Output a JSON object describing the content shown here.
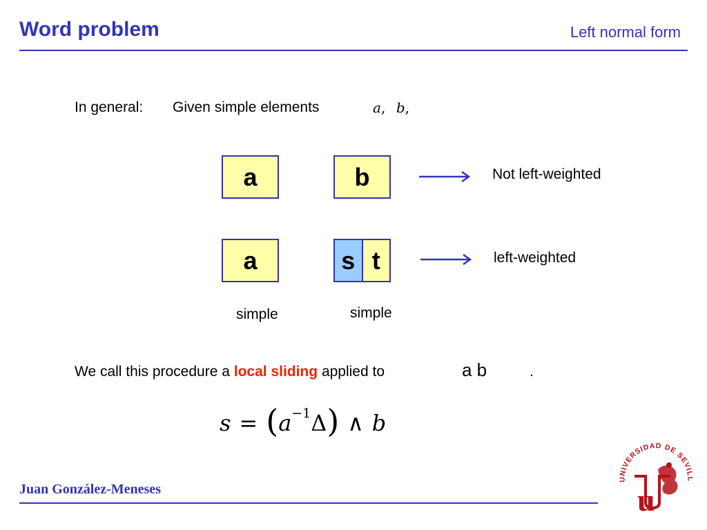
{
  "header": {
    "title": "Word problem",
    "section": "Left normal form"
  },
  "intro": {
    "label": "In general:",
    "text": "Given simple elements",
    "math_a": "a",
    "comma1": ",",
    "math_b": "b",
    "comma2": ","
  },
  "row1": {
    "box_a": "a",
    "box_b": "b",
    "result": "Not left-weighted"
  },
  "row2": {
    "box_a": "a",
    "box_s": "s",
    "box_t": "t",
    "result": "left-weighted"
  },
  "labels": {
    "simple_left": "simple",
    "simple_right": "simple"
  },
  "sentence": {
    "before": "We call this procedure a",
    "highlight": "local sliding",
    "after": "applied to",
    "word": "a b",
    "period": "."
  },
  "formula": {
    "lhs": "s",
    "equals": "=",
    "paren_open": "(",
    "base": "a",
    "exponent": "−1",
    "delta": "Δ",
    "paren_close": ")",
    "wedge": "∧",
    "rhs": "b"
  },
  "footer": {
    "author": "Juan González-Meneses",
    "logo_text": "UNIVERSIDAD DE SEVILLA",
    "logo_letter": "u"
  },
  "colors": {
    "title_blue": "#3333bb",
    "highlight_red": "#ee2200",
    "box_yellow": "#ffffaa",
    "box_blue": "#99ccff",
    "logo_red": "#b5121b"
  }
}
